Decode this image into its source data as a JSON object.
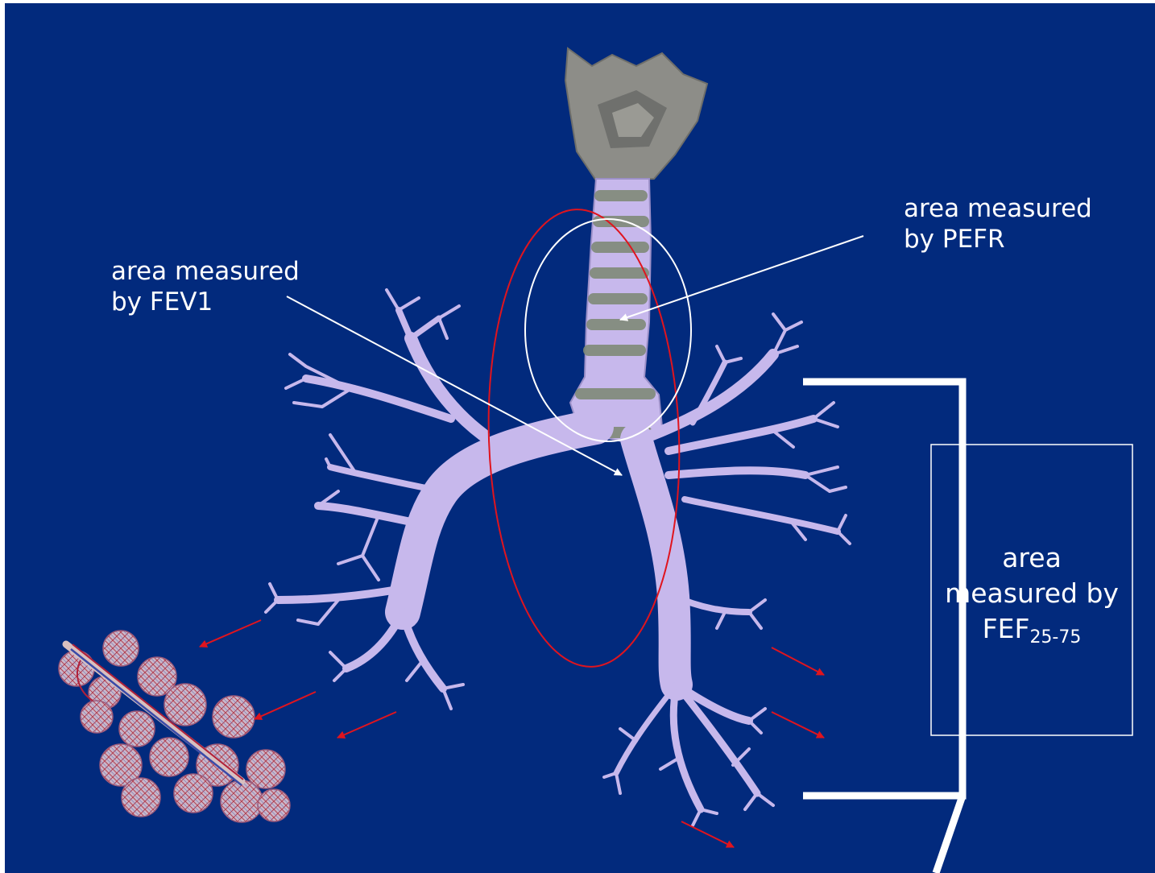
{
  "labels": {
    "pefr": {
      "line1": "area measured",
      "line2": "by PEFR"
    },
    "fev1": {
      "line1": "area measured",
      "line2": "by FEV1"
    },
    "fef": {
      "line1": "area",
      "line2": "measured by",
      "line3_main": "FEF",
      "line3_sub": "25-75"
    }
  },
  "colors": {
    "background": "#022a7d",
    "airway": "#c7b8ec",
    "fev1_ellipse": "#e0141e",
    "arrows": "#e0141e",
    "lines": "#ffffff"
  }
}
